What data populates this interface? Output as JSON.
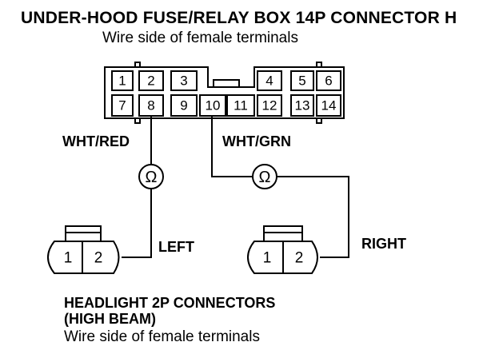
{
  "title": "UNDER-HOOD FUSE/RELAY BOX 14P CONNECTOR H",
  "subtitle": "Wire side of female terminals",
  "fuse_box": {
    "pins_top": [
      "1",
      "2",
      "3",
      "4",
      "5",
      "6"
    ],
    "pins_bottom": [
      "7",
      "8",
      "9",
      "10",
      "11",
      "12",
      "13",
      "14"
    ]
  },
  "wires": {
    "left": "WHT/RED",
    "right": "WHT/GRN"
  },
  "ohmmeter_symbol": "Ω",
  "headlight_connectors": {
    "left": {
      "label": "LEFT",
      "pins": [
        "1",
        "2"
      ]
    },
    "right": {
      "label": "RIGHT",
      "pins": [
        "1",
        "2"
      ]
    }
  },
  "bottom_title_line1": "HEADLIGHT 2P CONNECTORS",
  "bottom_title_line2": "(HIGH BEAM)",
  "bottom_subtitle": "Wire side of female terminals"
}
